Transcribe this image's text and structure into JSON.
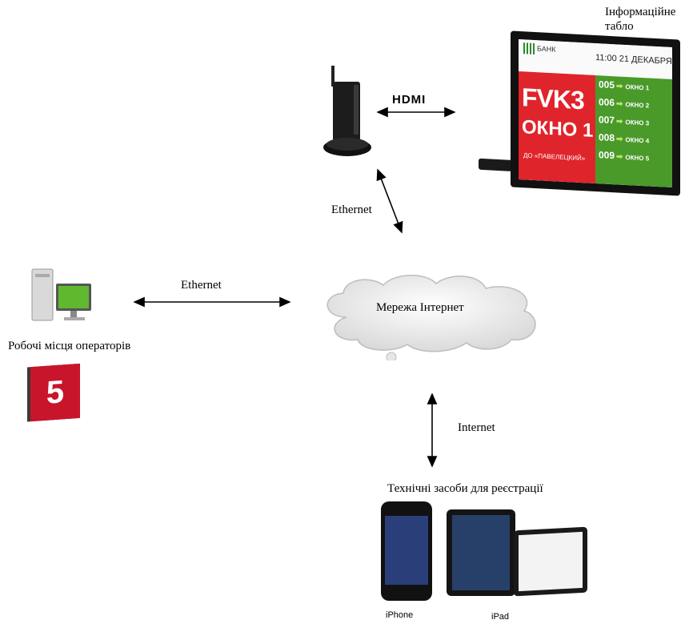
{
  "labels": {
    "info_board": "Інформаційне\nтабло",
    "hdmi": "HDMI",
    "ethernet_top": "Ethernet",
    "ethernet_left": "Ethernet",
    "internet_cloud": "Мережа Інтернет",
    "operators": "Робочі місця операторів",
    "internet": "Internet",
    "registration": "Технічні засоби для реєстрації",
    "iphone": "iPhone",
    "ipad": "iPad"
  },
  "board": {
    "bank": "БАНК",
    "clock": "11:00  21 ДЕКАБРЯ",
    "big_line1": "FVK3",
    "big_line2": "ОКНО 1",
    "subtitle": "ДО «ПАВЕЛЕЦКИЙ»",
    "rows": [
      {
        "num": "005",
        "window": "ОКНО 1"
      },
      {
        "num": "006",
        "window": "ОКНО 2"
      },
      {
        "num": "007",
        "window": "ОКНО 3"
      },
      {
        "num": "008",
        "window": "ОКНО 4"
      },
      {
        "num": "009",
        "window": "ОКНО 5"
      }
    ]
  },
  "counter_number": "5",
  "colors": {
    "board_red": "#e0242b",
    "board_green": "#4a9a2a",
    "counter_red": "#c8152c"
  }
}
